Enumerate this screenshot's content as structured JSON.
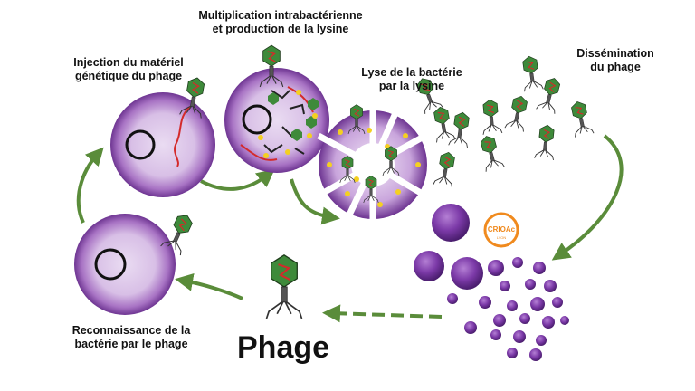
{
  "labels": {
    "injection": [
      "Injection du matériel",
      "génétique du phage"
    ],
    "multiplication": [
      "Multiplication intrabactérienne",
      "et production de la lysine"
    ],
    "lyse": [
      "Lyse de la bactérie",
      "par la lysine"
    ],
    "dissemination": [
      "Dissémination",
      "du phage"
    ],
    "reconnaissance": [
      "Reconnaissance de la",
      "bactérie par le phage"
    ],
    "phage_big": "Phage"
  },
  "logo": {
    "text": "CRIOAc",
    "subtext": "LYON"
  },
  "colors": {
    "cell_light": "#e4d2ee",
    "cell_dark": "#7a3f9e",
    "arrow": "#5a8c3a",
    "phage_head": "#3e8a3a",
    "dna": "#d42a2a",
    "lysin": "#f4d020",
    "ball": "#7c3aa8",
    "logo": "#f08a1e"
  }
}
